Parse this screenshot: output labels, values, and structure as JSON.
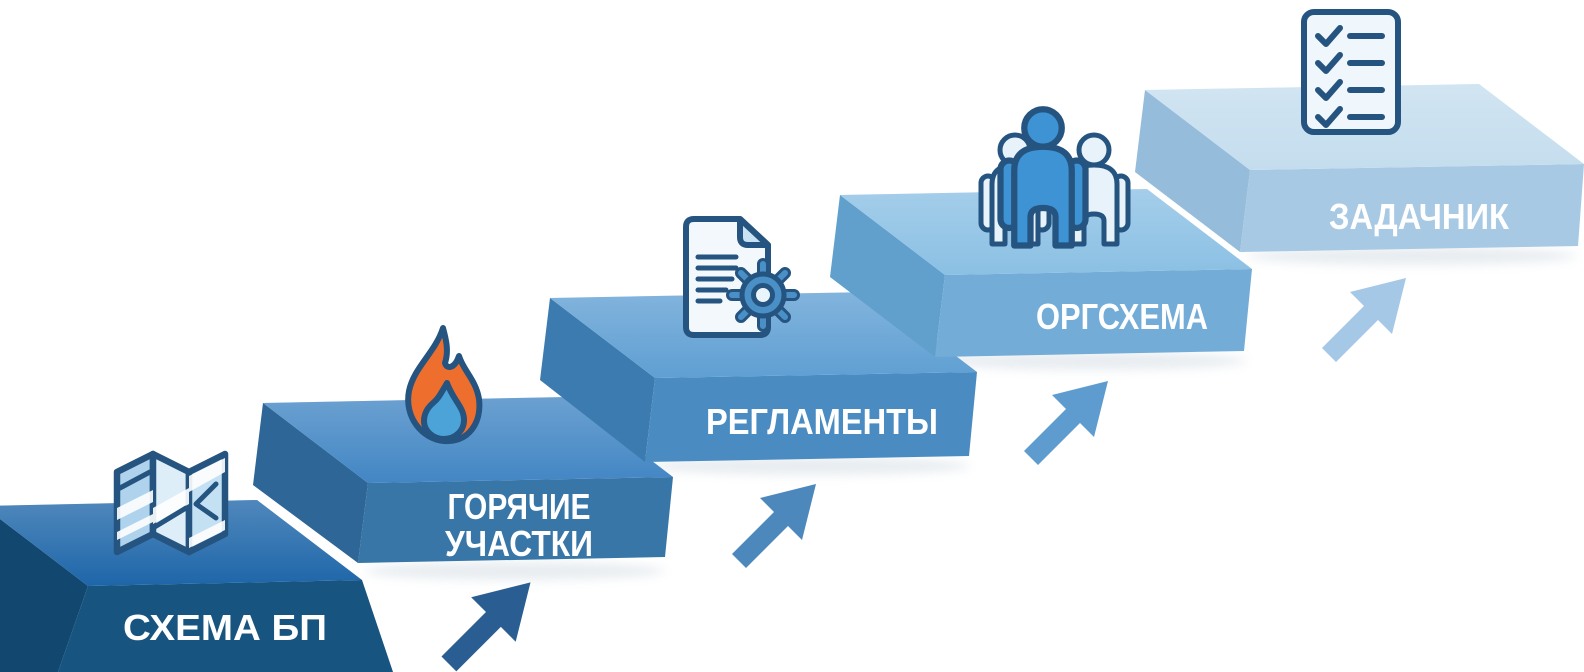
{
  "diagram": {
    "type": "staircase-infographic",
    "background_color": "#FFFFFF",
    "steps": [
      {
        "name": "schema-bp",
        "label_lines": [
          "СХЕМА БП"
        ],
        "icon": "map-icon",
        "colors": {
          "top": "#1E66A9",
          "front": "#175480",
          "side": "#12476F",
          "label": "#FFFFFF"
        }
      },
      {
        "name": "goryachie-uchastki",
        "label_lines": [
          "ГОРЯЧИЕ",
          "УЧАСТКИ"
        ],
        "icon": "flame-icon",
        "colors": {
          "top": "#4286C4",
          "front": "#3876A8",
          "side": "#2D6697",
          "label": "#FFFFFF"
        }
      },
      {
        "name": "reglamenty",
        "label_lines": [
          "РЕГЛАМЕНТЫ"
        ],
        "icon": "document-gear-icon",
        "colors": {
          "top": "#5F9FD3",
          "front": "#4A8CC2",
          "side": "#3C7BAF",
          "label": "#FFFFFF"
        }
      },
      {
        "name": "orgschema",
        "label_lines": [
          "ОРГСХЕМА"
        ],
        "icon": "people-icon",
        "colors": {
          "top": "#8BC0E4",
          "front": "#72ACD7",
          "side": "#61A0CC",
          "label": "#FFFFFF"
        }
      },
      {
        "name": "zadachnik",
        "label_lines": [
          "ЗАДАЧНИК"
        ],
        "icon": "checklist-icon",
        "colors": {
          "top": "#C4DDEE",
          "front": "#A8C9E3",
          "side": "#95BCDA",
          "label": "#FFFFFF"
        }
      }
    ],
    "arrows": [
      {
        "color": "#2A5E93"
      },
      {
        "color": "#4C88BC"
      },
      {
        "color": "#5E9CCF"
      },
      {
        "color": "#A4C8E6"
      }
    ],
    "icon_colors": {
      "outline": "#24547F",
      "map_panel_left": "#AFD3ED",
      "map_panel_mid": "#DDEEF9",
      "map_panel_right": "#C4E0F3",
      "map_marking": "#FFFFFF",
      "flame_body": "#EE6F2D",
      "flame_core": "#4BA3D8",
      "doc_paper": "#F3F8FC",
      "doc_fold": "#C9E2F3",
      "gear_body": "#4A90C6",
      "gear_hole": "#EAF4FB",
      "person_primary": "#3D93D3",
      "person_secondary": "#E8F2FA",
      "checklist_paper": "#F0F7FC"
    }
  }
}
